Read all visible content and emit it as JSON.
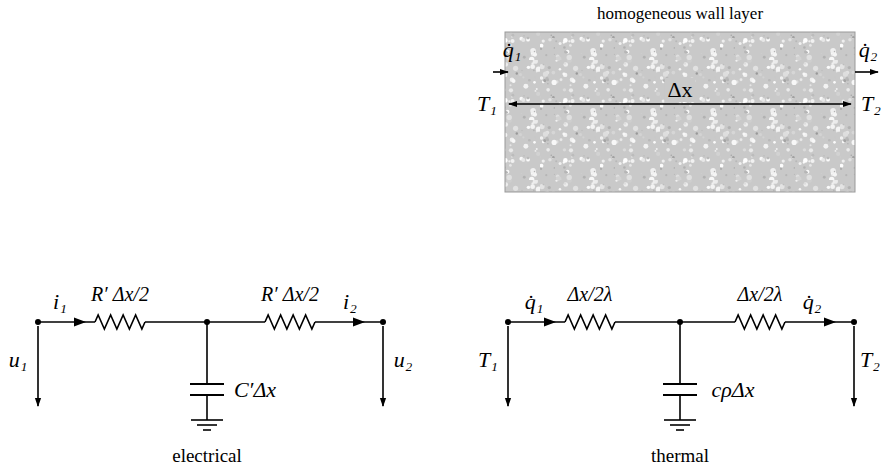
{
  "diagram": {
    "nodes": [
      {
        "text": [
          "homogeneous wall layer",
          "Δx"
        ]
      }
    ],
    "labels": [
      "q̇₁",
      "q̇₂",
      "T₁",
      "T₂",
      "i₁",
      "R′ Δx/2",
      "R′ Δx/2",
      "i₂",
      "u₁",
      "C′Δx",
      "u₂",
      "electrical",
      "q̇₁",
      "Δx/2λ",
      "Δx/2λ",
      "q̇₂",
      "T₁",
      "cρΔx",
      "T₂",
      "thermal"
    ]
  }
}
